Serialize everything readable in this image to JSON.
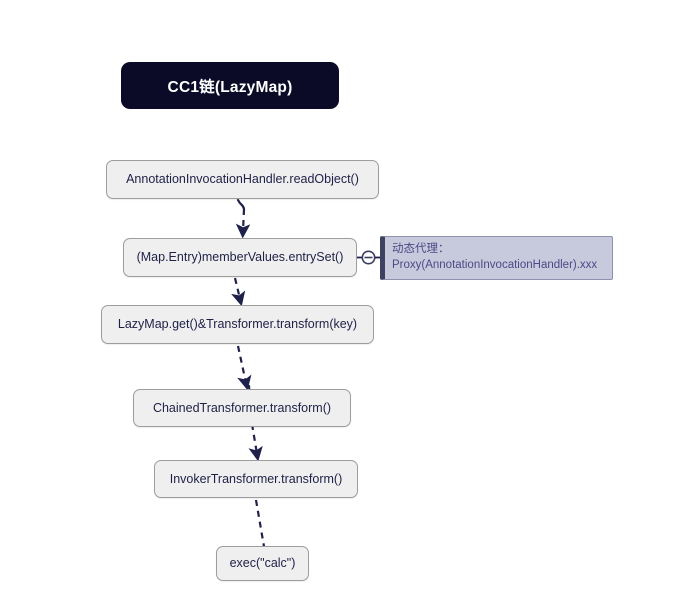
{
  "title": {
    "label": "CC1链(LazyMap)"
  },
  "nodes": [
    {
      "id": "annotation-invocation-handler-readobject",
      "label": "AnnotationInvocationHandler.readObject()"
    },
    {
      "id": "member-values-entryset",
      "label": "(Map.Entry)memberValues.entrySet()"
    },
    {
      "id": "lazymap-get-transformer-transform",
      "label": "LazyMap.get()&Transformer.transform(key)"
    },
    {
      "id": "chained-transformer-transform",
      "label": "ChainedTransformer.transform()"
    },
    {
      "id": "invoker-transformer-transform",
      "label": "InvokerTransformer.transform()"
    },
    {
      "id": "exec-calc",
      "label": "exec(\"calc\")"
    }
  ],
  "note": {
    "line1": "动态代理：",
    "line2": "Proxy(AnnotationInvocationHandler).xxx"
  },
  "icons": {
    "note_anchor": "circle-connector-icon",
    "arrow": "dashed-arrow-icon"
  },
  "colors": {
    "title_background": "#0b0b28",
    "title_text": "#ffffff",
    "node_background": "#efeff0",
    "node_border": "#9d9d9d",
    "node_text": "#1f2045",
    "note_background": "#c7c9dc",
    "note_accent": "#3f4160",
    "note_text": "#4b4a86",
    "arrow": "#20214a",
    "canvas_background": "#ffffff"
  }
}
